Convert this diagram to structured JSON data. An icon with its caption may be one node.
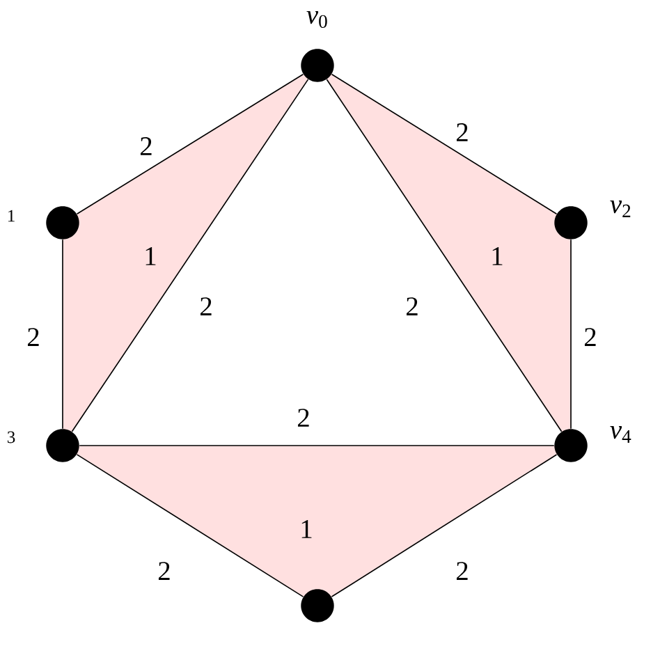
{
  "diagram": {
    "nodes": [
      {
        "text": [],
        "shape": "circle",
        "beside": [
          "*v*$_{0}$"
        ]
      },
      {
        "text": [],
        "shape": "circle",
        "beside": [
          "1"
        ]
      },
      {
        "text": [],
        "shape": "circle",
        "beside": [
          "*v*$_{2}$"
        ]
      },
      {
        "text": [],
        "shape": "circle",
        "beside": [
          "3"
        ]
      },
      {
        "text": [],
        "shape": "circle",
        "beside": [
          "*v*$_{4}$"
        ]
      },
      {
        "text": [],
        "shape": "circle"
      }
    ],
    "edges": [
      {
        "from": 0,
        "to": 1,
        "arrow": "none",
        "label": "2"
      },
      {
        "from": 0,
        "to": 2,
        "arrow": "none",
        "label": "2"
      },
      {
        "from": 1,
        "to": 3,
        "arrow": "none",
        "label": "2"
      },
      {
        "from": 0,
        "to": 3,
        "arrow": "none",
        "label": "2"
      },
      {
        "from": 0,
        "to": 4,
        "arrow": "none",
        "label": "2"
      },
      {
        "from": 2,
        "to": 4,
        "arrow": "none",
        "label": "2"
      },
      {
        "from": 3,
        "to": 4,
        "arrow": "none",
        "label": "2"
      },
      {
        "from": 3,
        "to": 5,
        "arrow": "none",
        "label": "2"
      },
      {
        "from": 4,
        "to": 5,
        "arrow": "none",
        "label": "2"
      }
    ],
    "labels": [
      "1",
      "1",
      "1"
    ]
  }
}
